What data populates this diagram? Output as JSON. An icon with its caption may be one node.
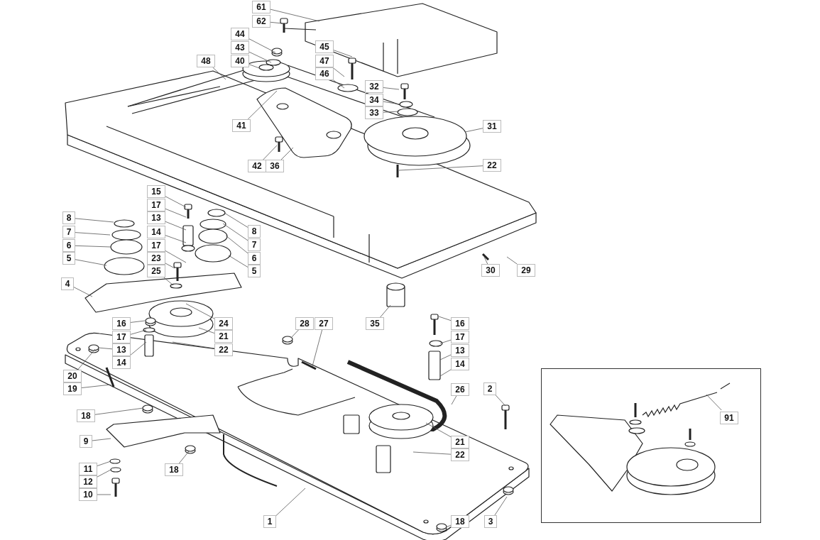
{
  "diagram": {
    "nodes": [
      {
        "text": [
          "61"
        ]
      },
      {
        "text": [
          "62"
        ]
      },
      {
        "text": [
          "44"
        ]
      },
      {
        "text": [
          "43"
        ]
      },
      {
        "text": [
          "48"
        ]
      },
      {
        "text": [
          "40"
        ]
      },
      {
        "text": [
          "45"
        ]
      },
      {
        "text": [
          "47"
        ]
      },
      {
        "text": [
          "46"
        ]
      },
      {
        "text": [
          "32"
        ]
      },
      {
        "text": [
          "34"
        ]
      },
      {
        "text": [
          "33"
        ]
      },
      {
        "text": [
          "41"
        ]
      },
      {
        "text": [
          "31"
        ]
      },
      {
        "text": [
          "42"
        ]
      },
      {
        "text": [
          "36"
        ]
      },
      {
        "text": [
          "22"
        ]
      },
      {
        "text": [
          "15"
        ]
      },
      {
        "text": [
          "17"
        ]
      },
      {
        "text": [
          "8"
        ]
      },
      {
        "text": [
          "13"
        ]
      },
      {
        "text": [
          "8"
        ]
      },
      {
        "text": [
          "7"
        ]
      },
      {
        "text": [
          "14"
        ]
      },
      {
        "text": [
          "6"
        ]
      },
      {
        "text": [
          "17"
        ]
      },
      {
        "text": [
          "7"
        ]
      },
      {
        "text": [
          "5"
        ]
      },
      {
        "text": [
          "23"
        ]
      },
      {
        "text": [
          "6"
        ]
      },
      {
        "text": [
          "25"
        ]
      },
      {
        "text": [
          "5"
        ]
      },
      {
        "text": [
          "30"
        ]
      },
      {
        "text": [
          "29"
        ]
      },
      {
        "text": [
          "4"
        ]
      },
      {
        "text": [
          "16"
        ]
      },
      {
        "text": [
          "24"
        ]
      },
      {
        "text": [
          "28"
        ]
      },
      {
        "text": [
          "27"
        ]
      },
      {
        "text": [
          "35"
        ]
      },
      {
        "text": [
          "16"
        ]
      },
      {
        "text": [
          "17"
        ]
      },
      {
        "text": [
          "21"
        ]
      },
      {
        "text": [
          "17"
        ]
      },
      {
        "text": [
          "13"
        ]
      },
      {
        "text": [
          "22"
        ]
      },
      {
        "text": [
          "13"
        ]
      },
      {
        "text": [
          "14"
        ]
      },
      {
        "text": [
          "14"
        ]
      },
      {
        "text": [
          "20"
        ]
      },
      {
        "text": [
          "19"
        ]
      },
      {
        "text": [
          "2"
        ]
      },
      {
        "text": [
          "26"
        ]
      },
      {
        "text": [
          "18"
        ]
      },
      {
        "text": [
          "9"
        ]
      },
      {
        "text": [
          "21"
        ]
      },
      {
        "text": [
          "22"
        ]
      },
      {
        "text": [
          "11"
        ]
      },
      {
        "text": [
          "18"
        ]
      },
      {
        "text": [
          "12"
        ]
      },
      {
        "text": [
          "10"
        ]
      },
      {
        "text": [
          "1"
        ]
      },
      {
        "text": [
          "18"
        ]
      },
      {
        "text": [
          "3"
        ]
      },
      {
        "text": [],
        "shape": "box"
      },
      {
        "text": [
          "91"
        ],
        "in": 64
      }
    ],
    "edges": [
      {
        "from": 0,
        "to": null,
        "arrow": "none"
      },
      {
        "from": 1,
        "to": null,
        "arrow": "none"
      },
      {
        "from": 2,
        "to": null,
        "arrow": "none"
      },
      {
        "from": 3,
        "to": null,
        "arrow": "none"
      },
      {
        "from": 4,
        "to": null,
        "arrow": "none"
      },
      {
        "from": 5,
        "to": null,
        "arrow": "none"
      },
      {
        "from": 6,
        "to": null,
        "arrow": "none"
      },
      {
        "from": 7,
        "to": null,
        "arrow": "none"
      },
      {
        "from": 8,
        "to": null,
        "arrow": "none"
      },
      {
        "from": 9,
        "to": null,
        "arrow": "none"
      },
      {
        "from": 10,
        "to": null,
        "arrow": "none"
      },
      {
        "from": 11,
        "to": null,
        "arrow": "none"
      },
      {
        "from": 12,
        "to": null,
        "arrow": "none"
      },
      {
        "from": 13,
        "to": null,
        "arrow": "none"
      },
      {
        "from": 14,
        "to": null,
        "arrow": "none"
      },
      {
        "from": 15,
        "to": null,
        "arrow": "none"
      },
      {
        "from": 16,
        "to": null,
        "arrow": "none"
      },
      {
        "from": 17,
        "to": null,
        "arrow": "none"
      },
      {
        "from": 18,
        "to": null,
        "arrow": "none"
      },
      {
        "from": 19,
        "to": null,
        "arrow": "none"
      },
      {
        "from": 20,
        "to": null,
        "arrow": "none"
      },
      {
        "from": 21,
        "to": null,
        "arrow": "none"
      },
      {
        "from": 22,
        "to": null,
        "arrow": "none"
      },
      {
        "from": 23,
        "to": null,
        "arrow": "none"
      },
      {
        "from": 24,
        "to": null,
        "arrow": "none"
      },
      {
        "from": 25,
        "to": null,
        "arrow": "none"
      },
      {
        "from": 26,
        "to": null,
        "arrow": "none"
      },
      {
        "from": 27,
        "to": null,
        "arrow": "none"
      },
      {
        "from": 28,
        "to": null,
        "arrow": "none"
      },
      {
        "from": 29,
        "to": null,
        "arrow": "none"
      },
      {
        "from": 30,
        "to": null,
        "arrow": "none"
      },
      {
        "from": 31,
        "to": null,
        "arrow": "none"
      },
      {
        "from": 32,
        "to": null,
        "arrow": "none"
      },
      {
        "from": 33,
        "to": null,
        "arrow": "none"
      },
      {
        "from": 34,
        "to": null,
        "arrow": "none"
      },
      {
        "from": 35,
        "to": null,
        "arrow": "none"
      },
      {
        "from": 36,
        "to": null,
        "arrow": "none"
      },
      {
        "from": 37,
        "to": null,
        "arrow": "none"
      },
      {
        "from": 38,
        "to": null,
        "arrow": "none"
      },
      {
        "from": 39,
        "to": null,
        "arrow": "none"
      },
      {
        "from": 40,
        "to": null,
        "arrow": "none"
      },
      {
        "from": 41,
        "to": null,
        "arrow": "none"
      },
      {
        "from": 42,
        "to": null,
        "arrow": "none"
      },
      {
        "from": 43,
        "to": null,
        "arrow": "none"
      },
      {
        "from": 44,
        "to": null,
        "arrow": "none"
      },
      {
        "from": 45,
        "to": null,
        "arrow": "none"
      },
      {
        "from": 46,
        "to": null,
        "arrow": "none"
      },
      {
        "from": 47,
        "to": null,
        "arrow": "none"
      },
      {
        "from": 48,
        "to": null,
        "arrow": "none"
      },
      {
        "from": 49,
        "to": null,
        "arrow": "none"
      },
      {
        "from": 50,
        "to": null,
        "arrow": "none"
      },
      {
        "from": 51,
        "to": null,
        "arrow": "none"
      },
      {
        "from": 52,
        "to": null,
        "arrow": "none"
      },
      {
        "from": 53,
        "to": null,
        "arrow": "none"
      },
      {
        "from": 54,
        "to": null,
        "arrow": "none"
      },
      {
        "from": 55,
        "to": null,
        "arrow": "none"
      },
      {
        "from": 56,
        "to": null,
        "arrow": "none"
      },
      {
        "from": 57,
        "to": null,
        "arrow": "none"
      },
      {
        "from": 58,
        "to": null,
        "arrow": "none"
      },
      {
        "from": 59,
        "to": null,
        "arrow": "none"
      },
      {
        "from": 60,
        "to": null,
        "arrow": "none"
      },
      {
        "from": 61,
        "to": null,
        "arrow": "none"
      },
      {
        "from": 62,
        "to": null,
        "arrow": "none"
      },
      {
        "from": 63,
        "to": null,
        "arrow": "none"
      },
      {
        "from": 65,
        "to": null,
        "arrow": "none"
      }
    ]
  }
}
